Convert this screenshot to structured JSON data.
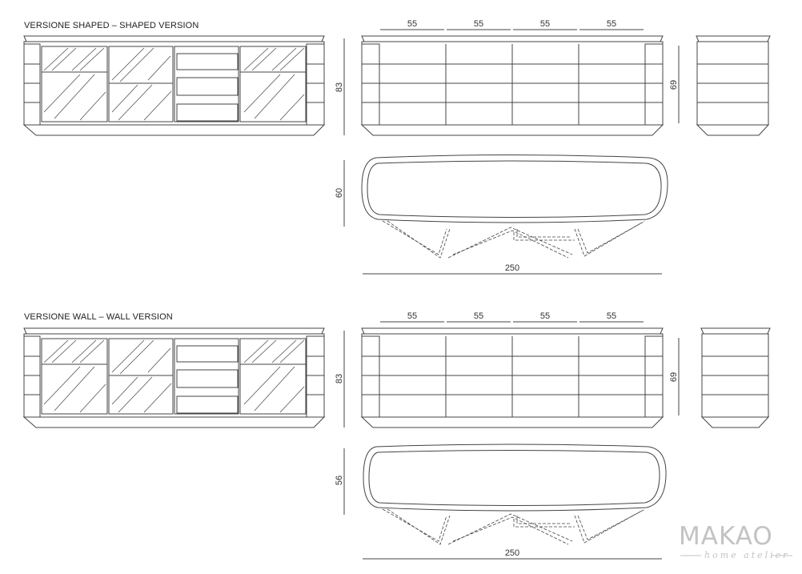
{
  "sections": [
    {
      "title": "VERSIONE SHAPED – SHAPED VERSION",
      "module_widths": [
        "55",
        "55",
        "55",
        "55"
      ],
      "height_front": "83",
      "height_side": "69",
      "depth": "60",
      "width": "250"
    },
    {
      "title": "VERSIONE WALL – WALL VERSION",
      "module_widths": [
        "55",
        "55",
        "55",
        "55"
      ],
      "height_front": "83",
      "height_side": "69",
      "depth": "56",
      "width": "250"
    }
  ],
  "brand": {
    "name": "MAKAO",
    "tagline": "home atelier"
  },
  "colors": {
    "line": "#444444",
    "brand": "#c3c3c3"
  }
}
